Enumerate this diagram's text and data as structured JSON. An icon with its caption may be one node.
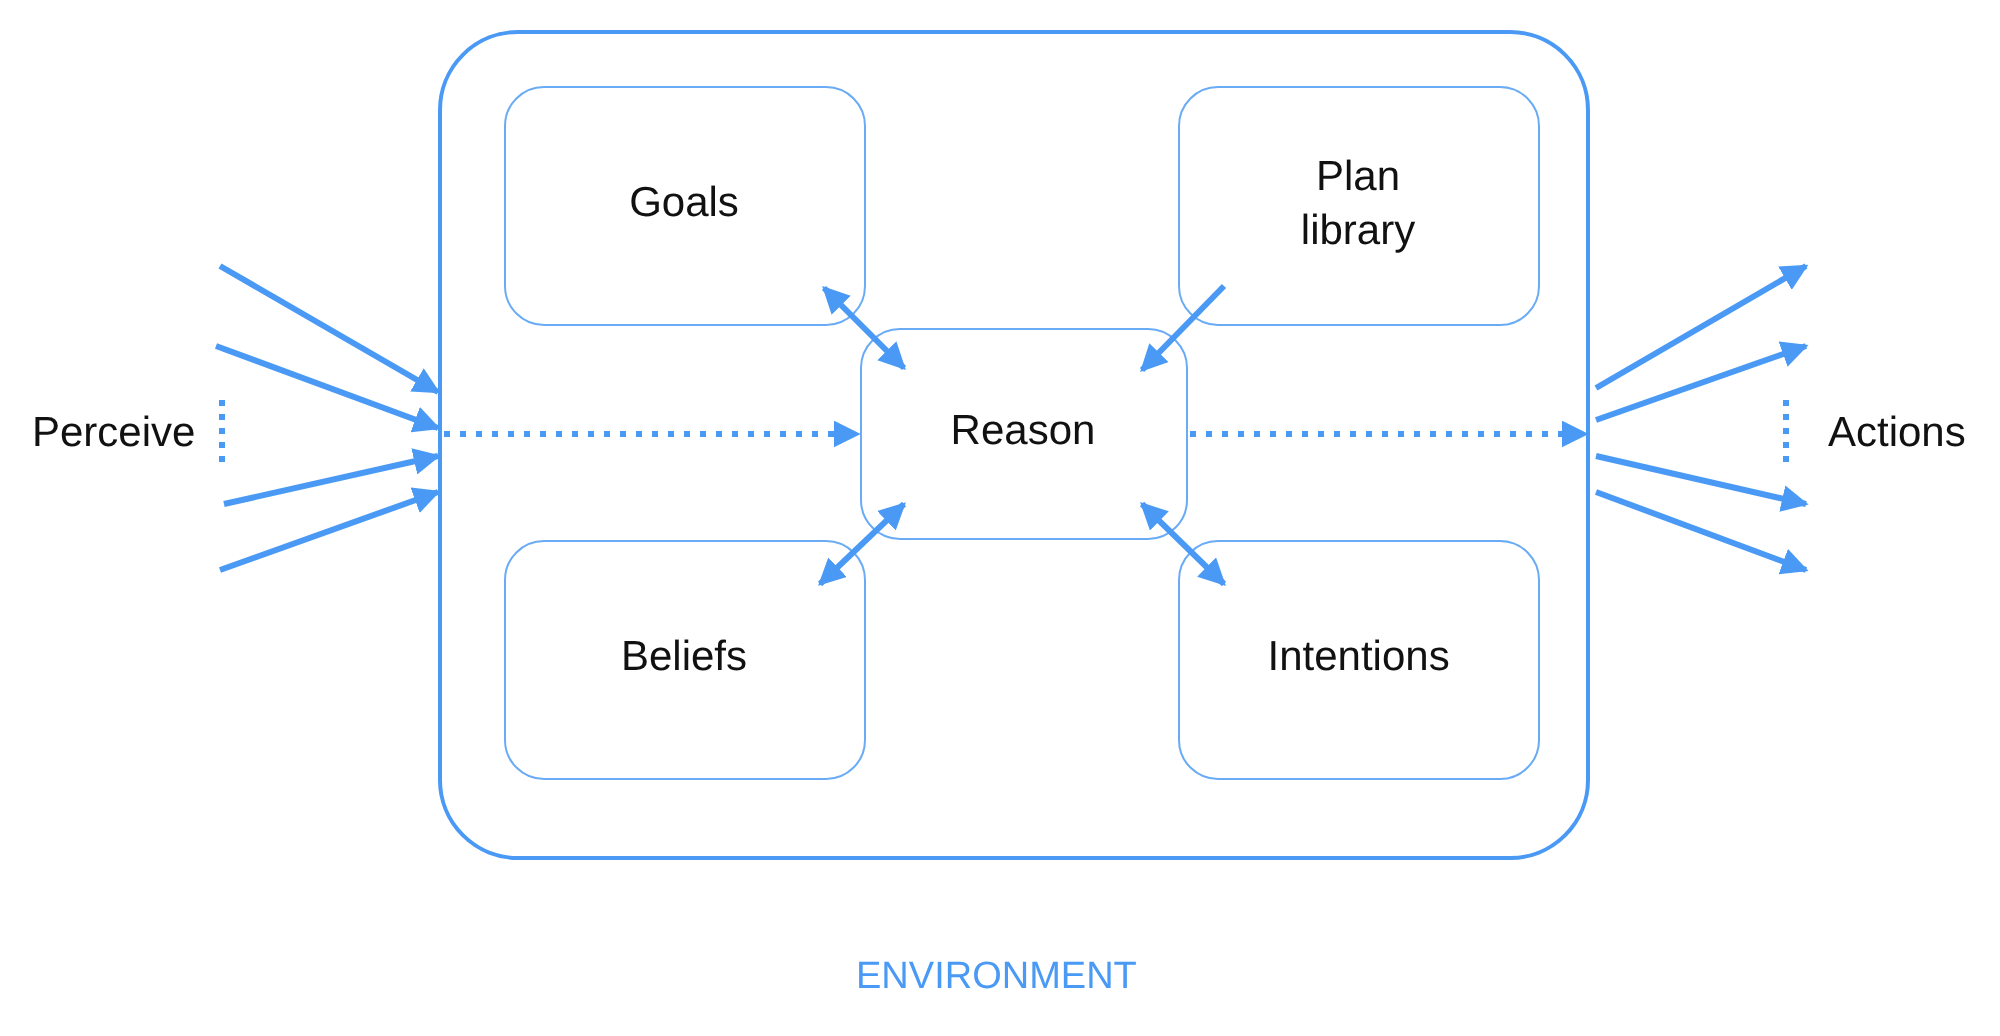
{
  "diagram": {
    "nodes": [
      {
        "text": [],
        "shape": "box"
      },
      {
        "text": [
          "Goals"
        ],
        "in": 0
      },
      {
        "text": [
          "Plan library"
        ],
        "in": 0
      },
      {
        "text": [
          "Reason"
        ],
        "in": 0
      },
      {
        "text": [
          "Beliefs"
        ],
        "in": 0
      },
      {
        "text": [
          "Intentions"
        ],
        "in": 0
      }
    ],
    "edges": [
      {
        "from": null,
        "to": 0,
        "arrow": "to"
      },
      {
        "from": null,
        "to": 0,
        "arrow": "to"
      },
      {
        "from": null,
        "to": 0,
        "arrow": "to"
      },
      {
        "from": null,
        "to": 0,
        "arrow": "to"
      },
      {
        "from": 0,
        "to": 3,
        "arrow": "to",
        "style": "dashed"
      },
      {
        "from": 1,
        "to": 3,
        "arrow": "both"
      },
      {
        "from": 2,
        "to": 3,
        "arrow": "to"
      },
      {
        "from": 4,
        "to": 3,
        "arrow": "both"
      },
      {
        "from": 5,
        "to": 3,
        "arrow": "both"
      },
      {
        "from": 3,
        "to": 0,
        "arrow": "to",
        "style": "dashed"
      },
      {
        "from": 0,
        "to": null,
        "arrow": "to"
      },
      {
        "from": 0,
        "to": null,
        "arrow": "to"
      },
      {
        "from": 0,
        "to": null,
        "arrow": "to"
      },
      {
        "from": 0,
        "to": null,
        "arrow": "to"
      }
    ],
    "labels": [
      "Perceive",
      "Actions",
      "ENVIRONMENT"
    ]
  }
}
